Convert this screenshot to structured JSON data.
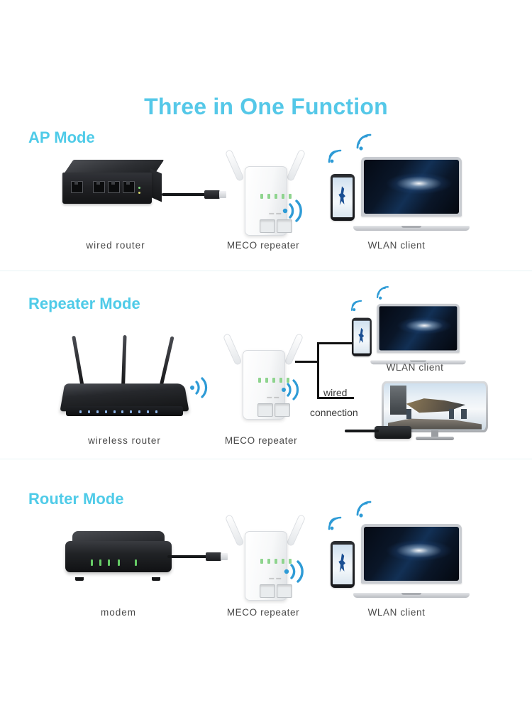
{
  "page": {
    "title": "Three in One Function",
    "background_color": "#ffffff",
    "accent_color": "#55c8e8",
    "heading_color": "#4fcbe8",
    "caption_color": "#4a4a4a",
    "wifi_signal_color": "#2e9bd6",
    "led_green": "#8ed48e",
    "divider_color": "#e8f4f6"
  },
  "sections": [
    {
      "id": "ap",
      "mode_title": "AP Mode",
      "devices": [
        {
          "name": "wired-router",
          "caption": "wired router"
        },
        {
          "name": "meco-repeater",
          "caption": "MECO  repeater"
        },
        {
          "name": "wlan-client",
          "caption": "WLAN client"
        }
      ],
      "connections": [
        {
          "type": "ethernet-cable",
          "from": "wired router",
          "to": "MECO repeater"
        },
        {
          "type": "wifi-signal",
          "from": "MECO repeater",
          "to": "WLAN client"
        }
      ]
    },
    {
      "id": "repeater",
      "mode_title": "Repeater Mode",
      "devices": [
        {
          "name": "wireless-router",
          "caption": "wireless router"
        },
        {
          "name": "meco-repeater",
          "caption": "MECO  repeater"
        },
        {
          "name": "wlan-client",
          "caption": "WLAN client"
        },
        {
          "name": "smart-tv",
          "caption": ""
        }
      ],
      "bracket_label_line1": "wired",
      "bracket_label_line2": "connection",
      "connections": [
        {
          "type": "wifi-signal",
          "from": "wireless router",
          "to": "MECO repeater"
        },
        {
          "type": "wifi-signal",
          "from": "MECO repeater",
          "to": "clients"
        },
        {
          "type": "wired-connection",
          "from": "MECO repeater",
          "to": "WLAN client / TV"
        }
      ]
    },
    {
      "id": "router",
      "mode_title": "Router Mode",
      "devices": [
        {
          "name": "modem",
          "caption": "modem"
        },
        {
          "name": "meco-repeater",
          "caption": "MECO  repeater"
        },
        {
          "name": "wlan-client",
          "caption": "WLAN client"
        }
      ],
      "connections": [
        {
          "type": "ethernet-cable",
          "from": "modem",
          "to": "MECO repeater"
        },
        {
          "type": "wifi-signal",
          "from": "MECO repeater",
          "to": "WLAN client"
        }
      ]
    }
  ],
  "repeater_device": {
    "led_count": 5,
    "antenna_count": 2,
    "port_count": 2,
    "brand_mark": "MECO"
  },
  "wired_router_device": {
    "port_count": 4
  },
  "wireless_router_device": {
    "antenna_count": 3
  },
  "modem_device": {
    "led_count": 5
  }
}
